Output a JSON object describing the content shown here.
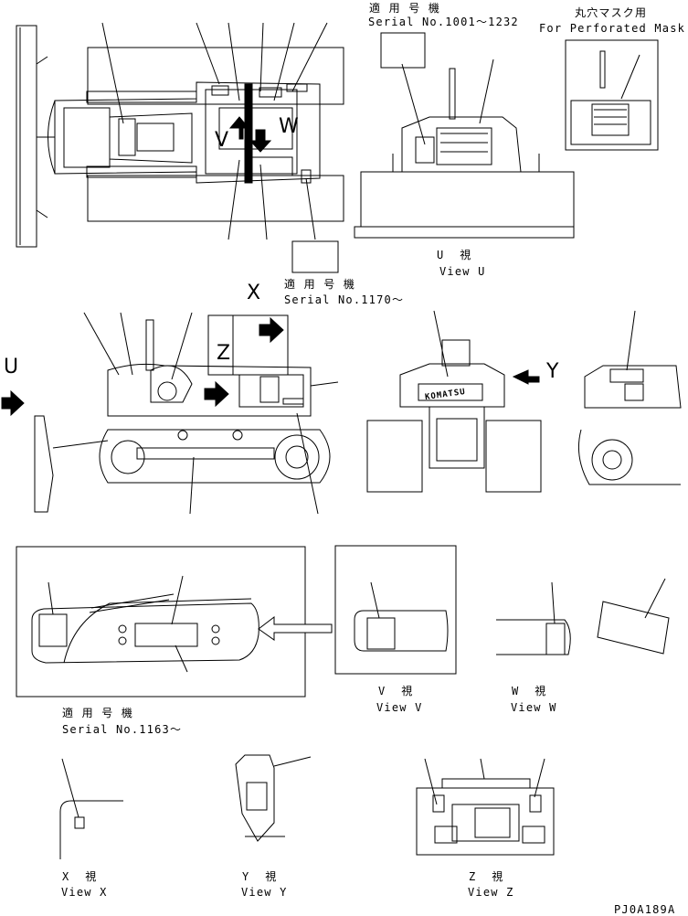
{
  "labels": {
    "serial_1001_jp": "適 用 号 機",
    "serial_1001": "Serial No.1001～1232",
    "mask_jp": "丸穴マスク用",
    "mask_en": "For Perforated Mask",
    "serial_1170_jp": "適 用 号 機",
    "serial_1170": "Serial No.1170～",
    "serial_1163_jp": "適 用 号 機",
    "serial_1163": "Serial No.1163～",
    "view_u_jp": "U  視",
    "view_u": "View U",
    "view_v_jp": "V  視",
    "view_v": "View V",
    "view_w_jp": "W  視",
    "view_w": "View W",
    "view_x_jp": "X  視",
    "view_x": "View X",
    "view_y_jp": "Y  視",
    "view_y": "View Y",
    "view_z_jp": "Z  視",
    "view_z": "View Z",
    "letter_x": "X",
    "letter_y": "Y",
    "letter_u": "U",
    "letter_z": "Z",
    "letter_v": "V",
    "letter_w": "W",
    "brand": "KOMATSU",
    "part_code": "PJ0A189A"
  }
}
